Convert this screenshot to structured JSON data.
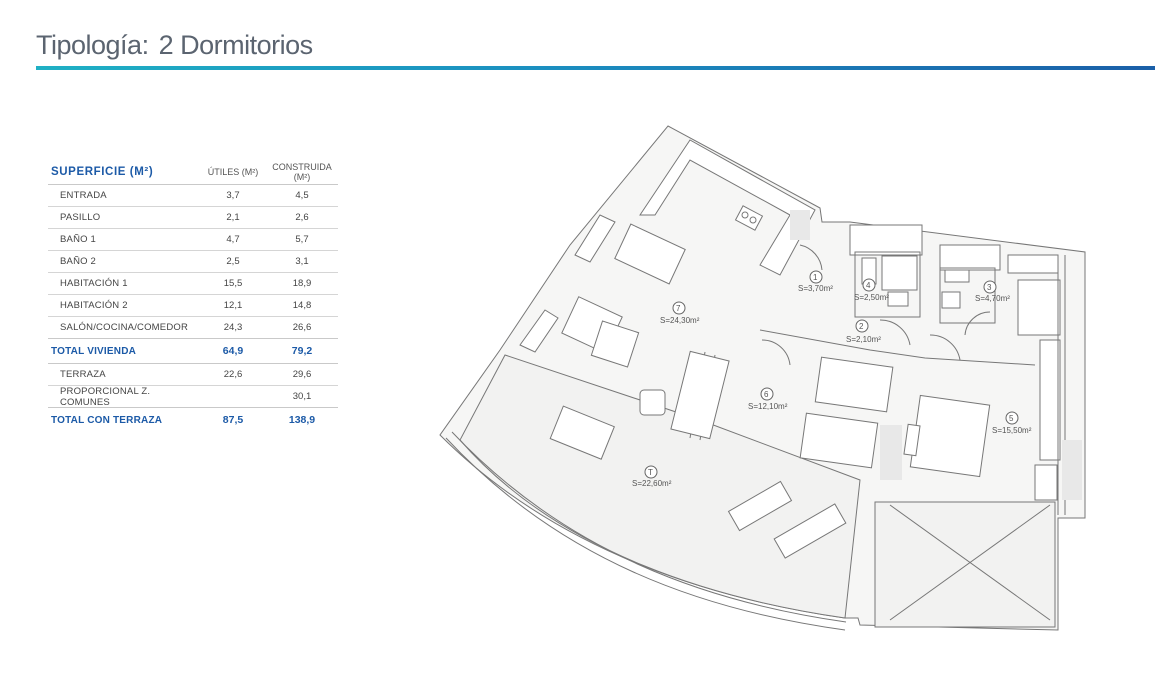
{
  "header": {
    "label": "Tipología:",
    "value": "2 Dormitorios"
  },
  "table": {
    "title": "SUPERFICIE (M²)",
    "col_utiles": "ÚTILES (M²)",
    "col_construida": "CONSTRUIDA (M²)",
    "rows": [
      {
        "name": "ENTRADA",
        "utiles": "3,7",
        "construida": "4,5"
      },
      {
        "name": "PASILLO",
        "utiles": "2,1",
        "construida": "2,6"
      },
      {
        "name": "BAÑO 1",
        "utiles": "4,7",
        "construida": "5,7"
      },
      {
        "name": "BAÑO 2",
        "utiles": "2,5",
        "construida": "3,1"
      },
      {
        "name": "HABITACIÓN 1",
        "utiles": "15,5",
        "construida": "18,9"
      },
      {
        "name": "HABITACIÓN 2",
        "utiles": "12,1",
        "construida": "14,8"
      },
      {
        "name": "SALÓN/COCINA/COMEDOR",
        "utiles": "24,3",
        "construida": "26,6"
      }
    ],
    "total_vivienda": {
      "name": "TOTAL VIVIENDA",
      "utiles": "64,9",
      "construida": "79,2"
    },
    "extra_rows": [
      {
        "name": "TERRAZA",
        "utiles": "22,6",
        "construida": "29,6"
      },
      {
        "name": "PROPORCIONAL Z. COMUNES",
        "utiles": "",
        "construida": "30,1"
      }
    ],
    "total_terraza": {
      "name": "TOTAL CON TERRAZA",
      "utiles": "87,5",
      "construida": "138,9"
    }
  },
  "plan": {
    "rooms": [
      {
        "num": "1",
        "area": "S=3,70m²"
      },
      {
        "num": "2",
        "area": "S=2,10m²"
      },
      {
        "num": "3",
        "area": "S=4,70m²"
      },
      {
        "num": "4",
        "area": "S=2,50m²"
      },
      {
        "num": "5",
        "area": "S=15,50m²"
      },
      {
        "num": "6",
        "area": "S=12,10m²"
      },
      {
        "num": "7",
        "area": "S=24,30m²"
      },
      {
        "num": "T",
        "area": "S=22,60m²"
      }
    ]
  },
  "colors": {
    "accent": "#1c5aa7",
    "rule_start": "#1fb0c4",
    "rule_end": "#1a5fa8"
  }
}
